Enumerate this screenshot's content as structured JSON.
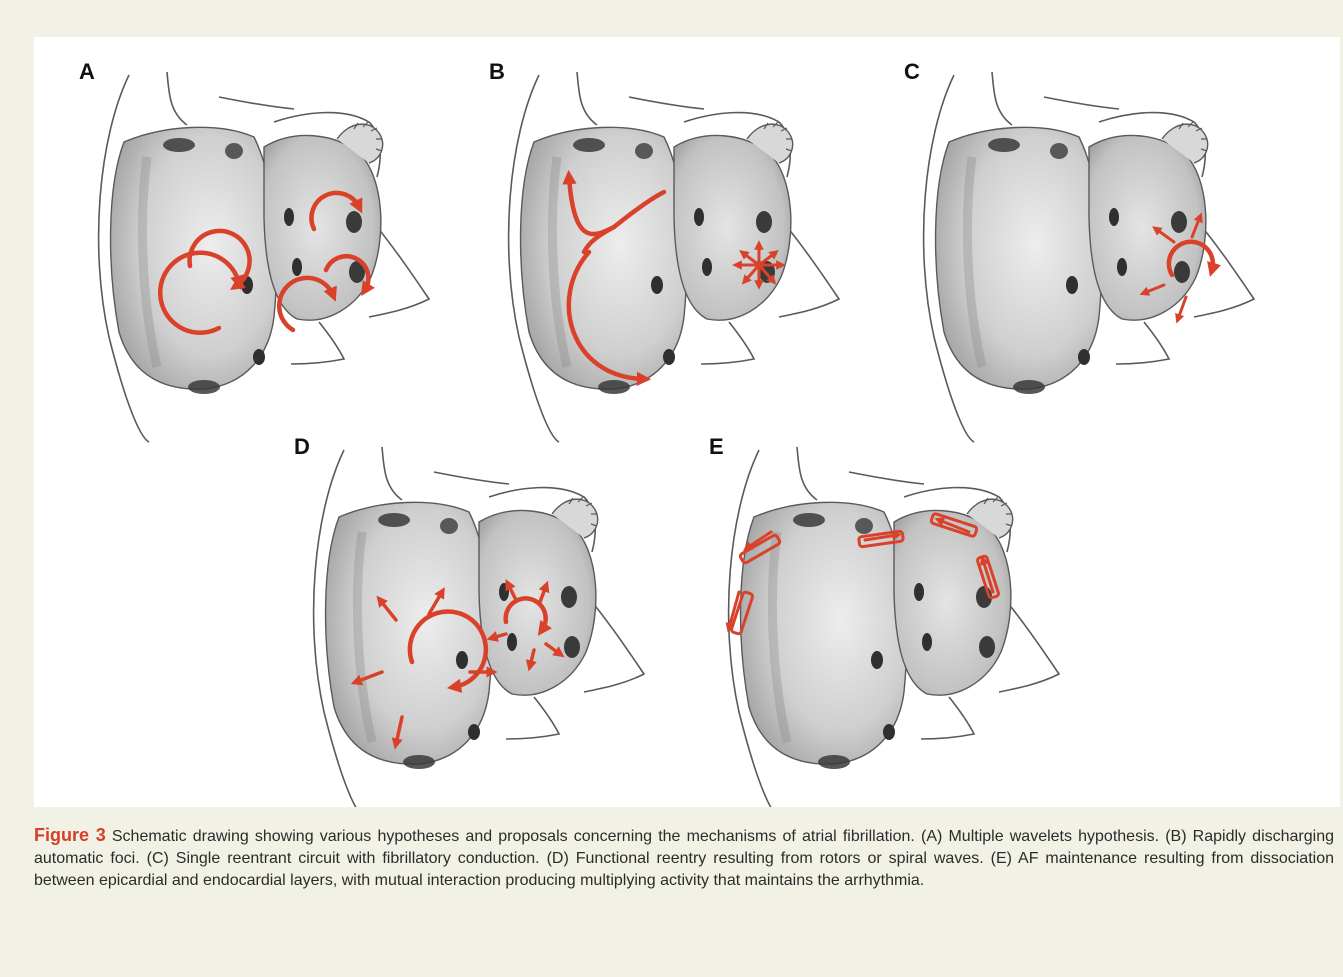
{
  "figure": {
    "panels": [
      {
        "id": "a",
        "label": "A",
        "mechanism": "multiple-wavelets"
      },
      {
        "id": "b",
        "label": "B",
        "mechanism": "automatic-foci"
      },
      {
        "id": "c",
        "label": "C",
        "mechanism": "single-reentrant-circuit"
      },
      {
        "id": "d",
        "label": "D",
        "mechanism": "rotors"
      },
      {
        "id": "e",
        "label": "E",
        "mechanism": "endo-epi-dissociation"
      }
    ],
    "arrow_color": "#d9412a",
    "tissue_colors": {
      "outline": "#555555",
      "atrium_dark": "#9a9a9a",
      "atrium_light": "#e6e6e6",
      "vein_hole": "#3a3a3a"
    }
  },
  "caption": {
    "label": "Figure 3",
    "text": "Schematic drawing showing various hypotheses and proposals concerning the mechanisms of atrial fibrillation. (A) Multiple wavelets hypothesis. (B) Rapidly discharging automatic foci. (C) Single reentrant circuit with fibrillatory conduction. (D) Functional reentry resulting from rotors or spiral waves. (E) AF maintenance resulting from dissociation between epicardial and endocardial layers, with mutual interaction producing multiplying activity that maintains the arrhythmia."
  }
}
